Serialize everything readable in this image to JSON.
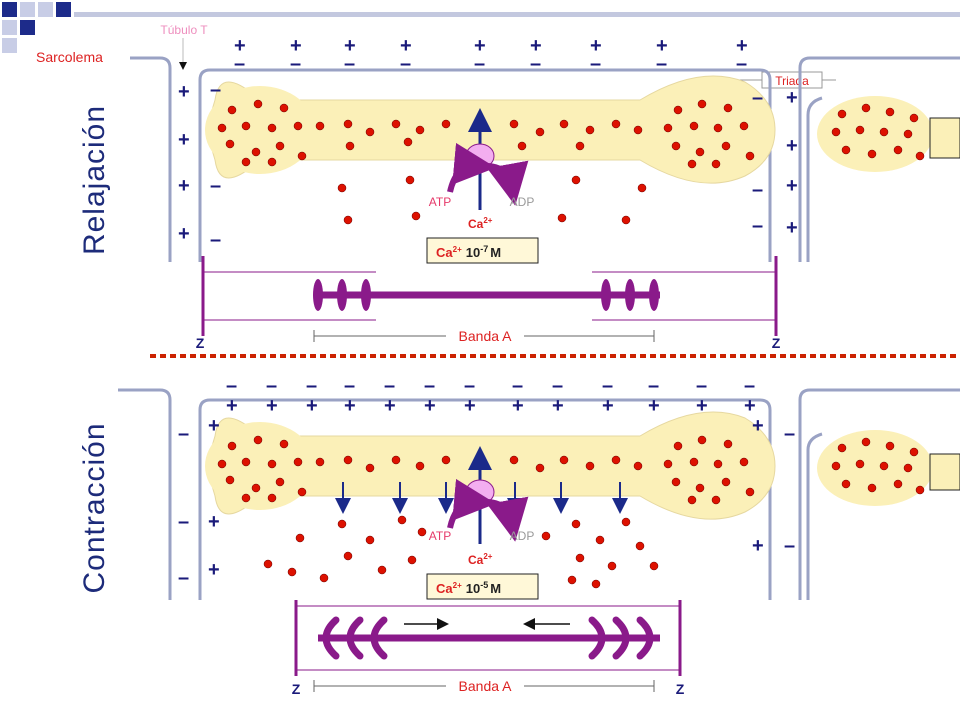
{
  "top_labels": {
    "tubulo": "Túbulo T",
    "sarcolema": "Sarcolema",
    "triada": "Triada"
  },
  "panels": [
    {
      "state": "Relajación",
      "atp": "ATP",
      "adp": "ADP",
      "ca_ion": "Ca",
      "ca_ion_charge": "2+",
      "box_ion": "Ca",
      "box_charge": "2+",
      "box_value": "10",
      "box_exponent": "-7",
      "box_unit": "M",
      "band": "Banda A",
      "z_left": "Z",
      "z_right": "Z"
    },
    {
      "state": "Contracción",
      "atp": "ATP",
      "adp": "ADP",
      "ca_ion": "Ca",
      "ca_ion_charge": "2+",
      "box_ion": "Ca",
      "box_charge": "2+",
      "box_value": "10",
      "box_exponent": "-5",
      "box_unit": "M",
      "band": "Banda A",
      "z_left": "Z",
      "z_right": "Z"
    }
  ],
  "colors": {
    "reticulum_fill": "#fbf0b8",
    "calcium_dot": "#dd1100",
    "membrane": "#9aa2c4",
    "filament": "#8a1a8a",
    "label_red": "#dd2222",
    "title_blue": "#1d2b7a",
    "pump_pink": "#f3aef0",
    "arrow_navy": "#1b2a8a",
    "separator_red": "#cc2200"
  }
}
